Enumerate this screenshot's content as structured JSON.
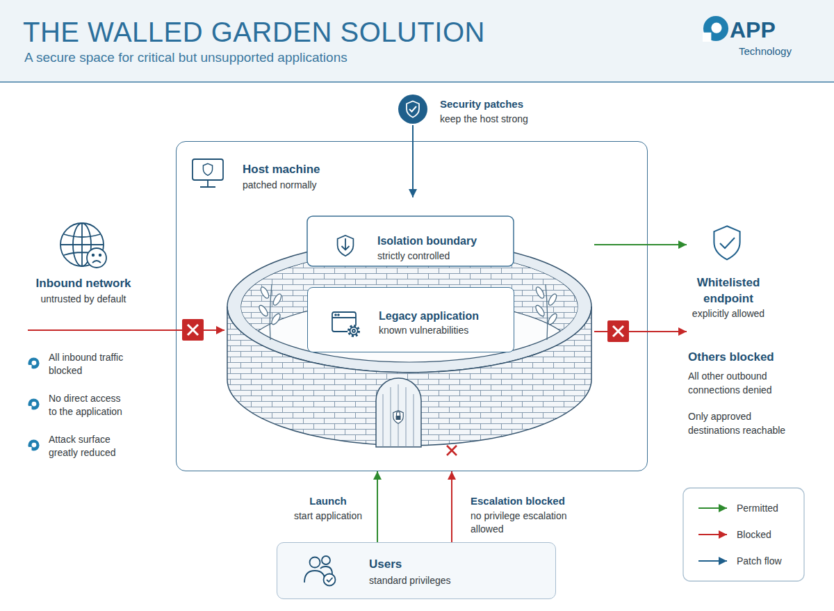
{
  "diagram": {
    "title": "THE WALLED GARDEN SOLUTION",
    "caption": "A secure space for critical but unsupported applications",
    "nodes": [
      {
        "text": [
          "Security patches",
          "keep the host strong"
        ]
      },
      {
        "text": [
          "Host machine",
          "patched normally"
        ]
      },
      {
        "text": [
          "Isolation boundary",
          "strictly controlled"
        ],
        "in": 1
      },
      {
        "text": [
          "Legacy application",
          "known vulnerabilities"
        ],
        "in": 2
      },
      {
        "text": [
          "Inbound network",
          "untrusted by default"
        ]
      },
      {
        "text": [
          "Whitelisted endpoint",
          "explicitly allowed"
        ]
      },
      {
        "text": [
          "Others blocked",
          "All other outbound connections denied",
          "Only approved destinations reachable"
        ]
      },
      {
        "text": [
          "Users",
          "standard privileges"
        ]
      }
    ],
    "edges": [
      {
        "from": 0,
        "to": 2,
        "arrow": "to"
      },
      {
        "from": 4,
        "to": 2,
        "arrow": "to"
      },
      {
        "from": 2,
        "to": 5,
        "arrow": "to"
      },
      {
        "from": 2,
        "to": 6,
        "arrow": "to"
      },
      {
        "from": 7,
        "to": 1,
        "label": "Launch",
        "arrow": "to"
      },
      {
        "from": 7,
        "to": 1,
        "label": "Escalation blocked",
        "arrow": "to"
      }
    ],
    "labels": [
      "APP",
      "Technology",
      "All inbound traffic blocked",
      "No direct access to the application",
      "Attack surface greatly reduced",
      "start application",
      "no privilege escalation allowed"
    ],
    "legend": [
      {
        "text": "Permitted"
      },
      {
        "text": "Blocked"
      },
      {
        "text": "Patch flow"
      }
    ]
  }
}
